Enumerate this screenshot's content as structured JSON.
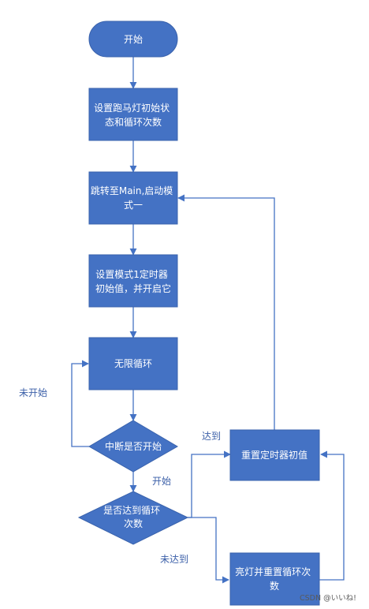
{
  "colors": {
    "node_fill": "#4472c4",
    "node_stroke": "#3a63ad",
    "edge": "#4472c4",
    "label": "#3b5fa8"
  },
  "nodes": {
    "start": {
      "lines": [
        "开始"
      ]
    },
    "init": {
      "lines": [
        "设置跑马灯初始状",
        "态和循环次数"
      ]
    },
    "jump": {
      "lines": [
        "跳转至Main,启动模",
        "式一"
      ]
    },
    "timer": {
      "lines": [
        "设置模式1定时器",
        "初始值，并开启它"
      ]
    },
    "loop": {
      "lines": [
        "无限循环"
      ]
    },
    "check_start": {
      "lines": [
        "中断是否开始"
      ]
    },
    "check_count": {
      "lines": [
        "是否达到循环",
        "次数"
      ]
    },
    "reset_timer": {
      "lines": [
        "重置定时器初值"
      ]
    },
    "light_reset": {
      "lines": [
        "亮灯并重置循环次",
        "数"
      ]
    }
  },
  "edge_labels": {
    "not_started": "未开始",
    "started": "开始",
    "reached": "达到",
    "not_reached": "未达到"
  },
  "watermark": "CSDN @いいね!"
}
